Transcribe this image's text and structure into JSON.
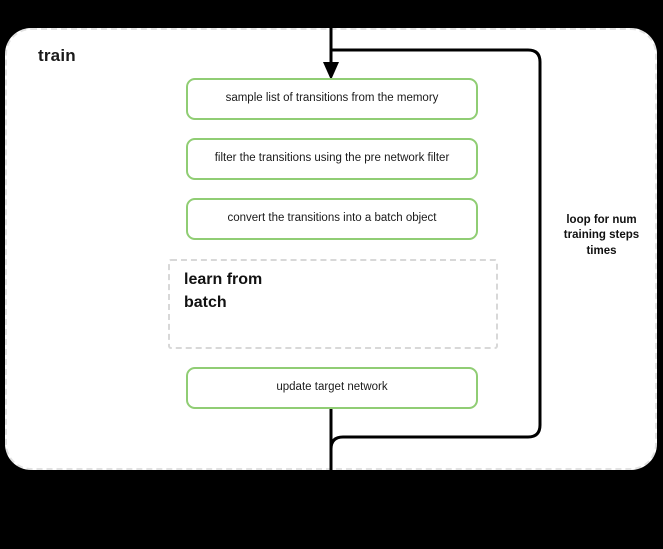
{
  "diagram": {
    "title": "train",
    "background_color": "#000000",
    "container_color": "#ffffff",
    "accent_color": "#90cd74",
    "steps": [
      {
        "id": "sample-transitions",
        "label": "sample list of transitions from the memory"
      },
      {
        "id": "filter-transitions",
        "label": "filter the transitions using the pre network filter"
      },
      {
        "id": "convert-batch",
        "label": "convert the transitions into a batch object"
      },
      {
        "id": "update-target-network",
        "label": "update target network"
      }
    ],
    "subblock": {
      "id": "learn-from-batch",
      "label": "learn from batch",
      "line_1": "learn from",
      "line_2": "batch"
    },
    "loop": {
      "id": "training-steps-loop",
      "label": "loop for num training steps times",
      "line_1": "loop for num",
      "line_2": "training steps",
      "line_3": "times"
    }
  }
}
